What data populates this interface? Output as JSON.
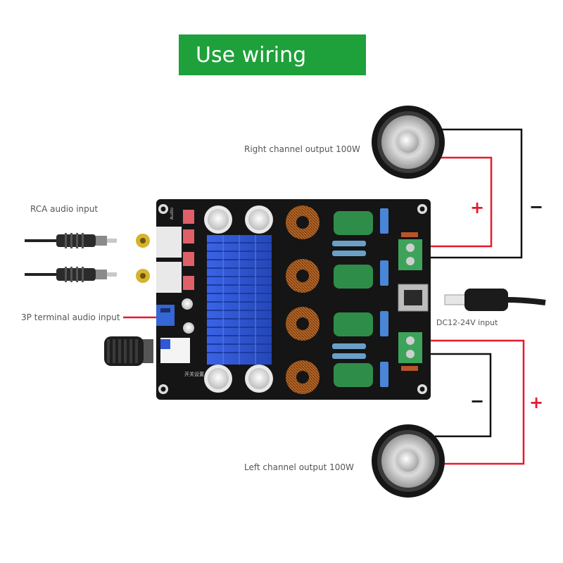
{
  "banner": {
    "title": "Use wiring",
    "color": "#1ea03a"
  },
  "labels": {
    "rca_input": "RCA audio input",
    "terminal_input": "3P terminal audio input",
    "right_output": "Right channel output 100W",
    "left_output": "Left channel output 100W",
    "dc_input": "DC12-24V input"
  },
  "polarity": {
    "plus": "+",
    "minus": "−"
  },
  "board_marks": {
    "audio_label": "Audio",
    "switch_label": "开关设置"
  },
  "colors": {
    "wire_positive": "#e8192c",
    "wire_negative": "#111111",
    "board": "#151515",
    "heatsink": "#2f57d8"
  }
}
